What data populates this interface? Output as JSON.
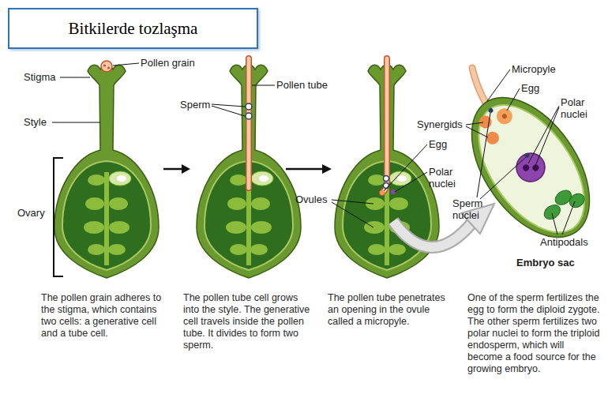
{
  "diagram": {
    "title": "Bitkilerde tozlaşma",
    "labels": [
      "Pollen grain",
      "Stigma",
      "Style",
      "Ovary",
      "Pollen tube",
      "Sperm",
      "Micropyle",
      "Egg",
      "Polar nuclei",
      "Synergids",
      "Egg",
      "Polar nuclei",
      "Ovules",
      "Sperm nuclei",
      "Antipodals",
      "Embryo sac",
      "The pollen grain adheres to the stigma, which contains two cells: a generative cell and a tube cell.",
      "The pollen tube cell grows into the style. The generative cell travels inside the pollen tube. It divides to form two sperm.",
      "The pollen tube penetrates an opening in the ovule called a micropyle.",
      "One of the sperm fertilizes the egg to form the diploid zygote. The other sperm fertilizes two polar nuclei to form the triploid endosperm, which will become a food source for the growing embryo."
    ]
  }
}
